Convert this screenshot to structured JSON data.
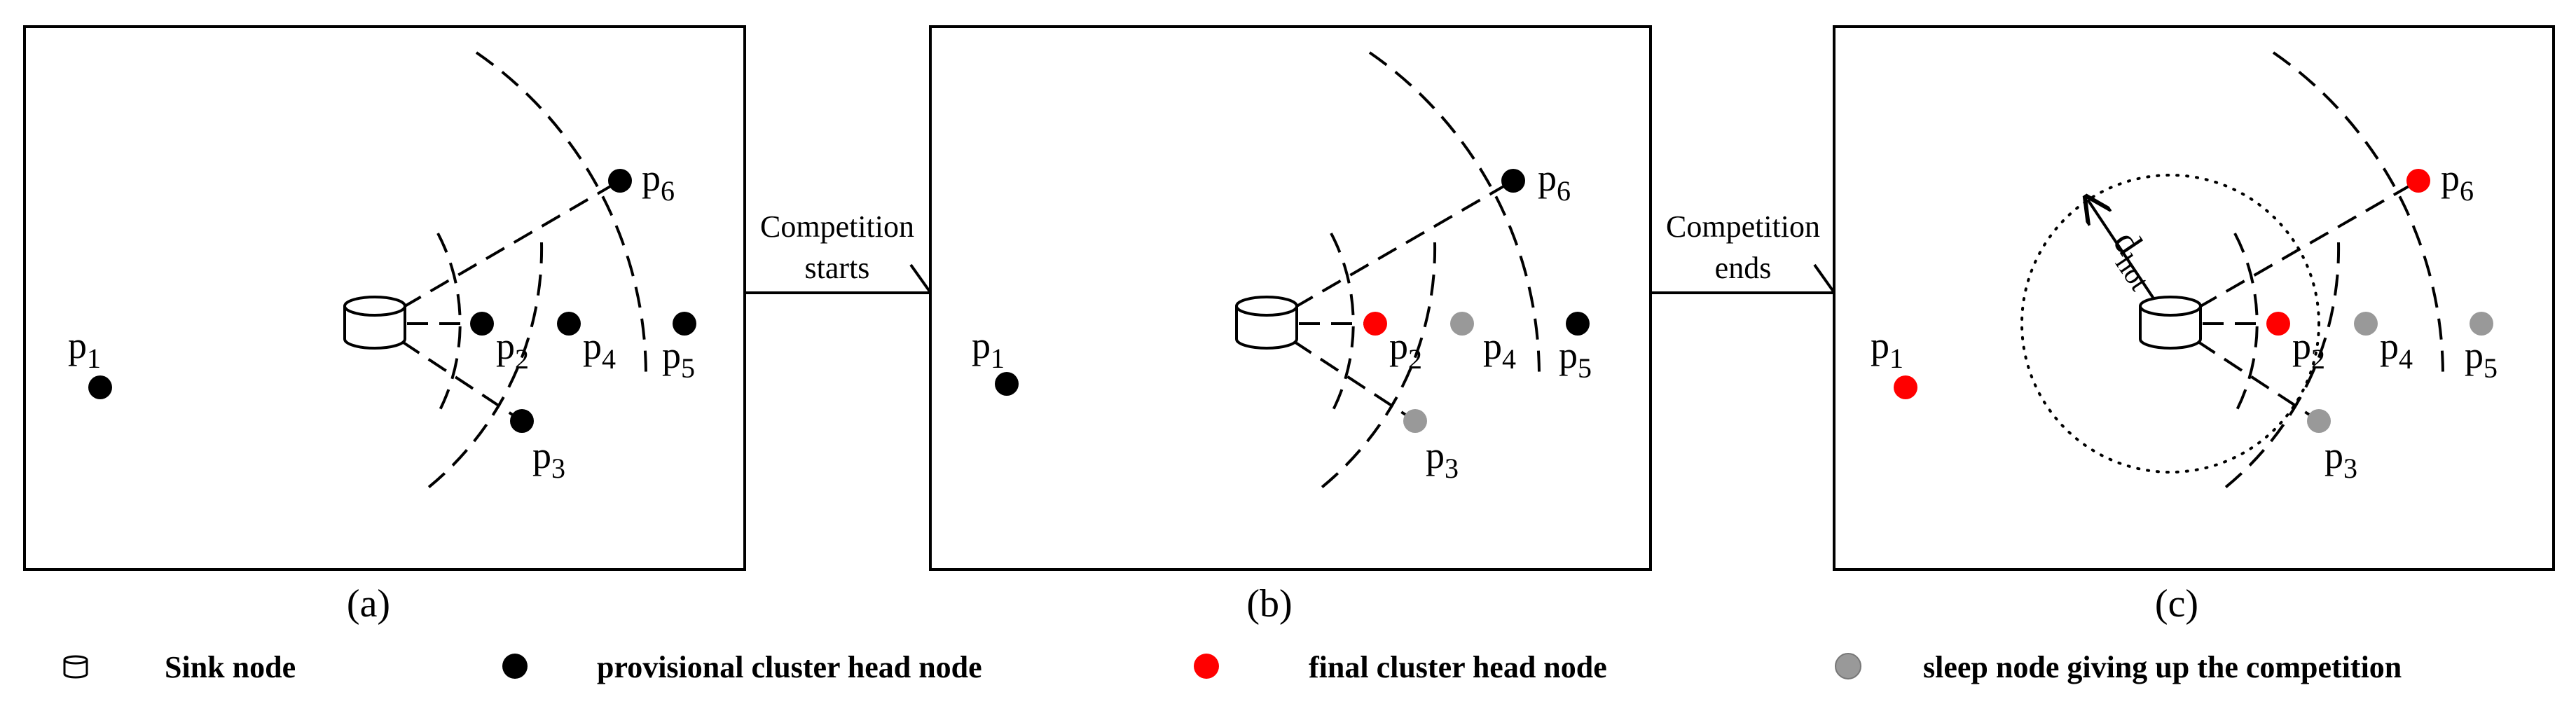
{
  "node_colors": {
    "provisional": "#000000",
    "final": "#ff0000",
    "sleep": "#999999"
  },
  "panels": [
    {
      "caption": "(a)"
    },
    {
      "caption": "(b)"
    },
    {
      "caption": "(c)"
    }
  ],
  "arrows": [
    {
      "line1": "Competition",
      "line2": "starts"
    },
    {
      "line1": "Competition",
      "line2": "ends"
    }
  ],
  "radius_label": {
    "base": "d",
    "sub": "hot"
  },
  "nodes": [
    {
      "base": "p",
      "sub": "1",
      "state": [
        "provisional",
        "provisional",
        "final"
      ]
    },
    {
      "base": "p",
      "sub": "2",
      "state": [
        "provisional",
        "final",
        "final"
      ]
    },
    {
      "base": "p",
      "sub": "3",
      "state": [
        "provisional",
        "sleep",
        "sleep"
      ]
    },
    {
      "base": "p",
      "sub": "4",
      "state": [
        "provisional",
        "sleep",
        "sleep"
      ]
    },
    {
      "base": "p",
      "sub": "5",
      "state": [
        "provisional",
        "provisional",
        "sleep"
      ]
    },
    {
      "base": "p",
      "sub": "6",
      "state": [
        "provisional",
        "provisional",
        "final"
      ]
    }
  ],
  "legend": {
    "sink": "Sink node",
    "provisional": "provisional cluster head node",
    "final": "final cluster head node",
    "sleep": "sleep node giving up the competition"
  }
}
